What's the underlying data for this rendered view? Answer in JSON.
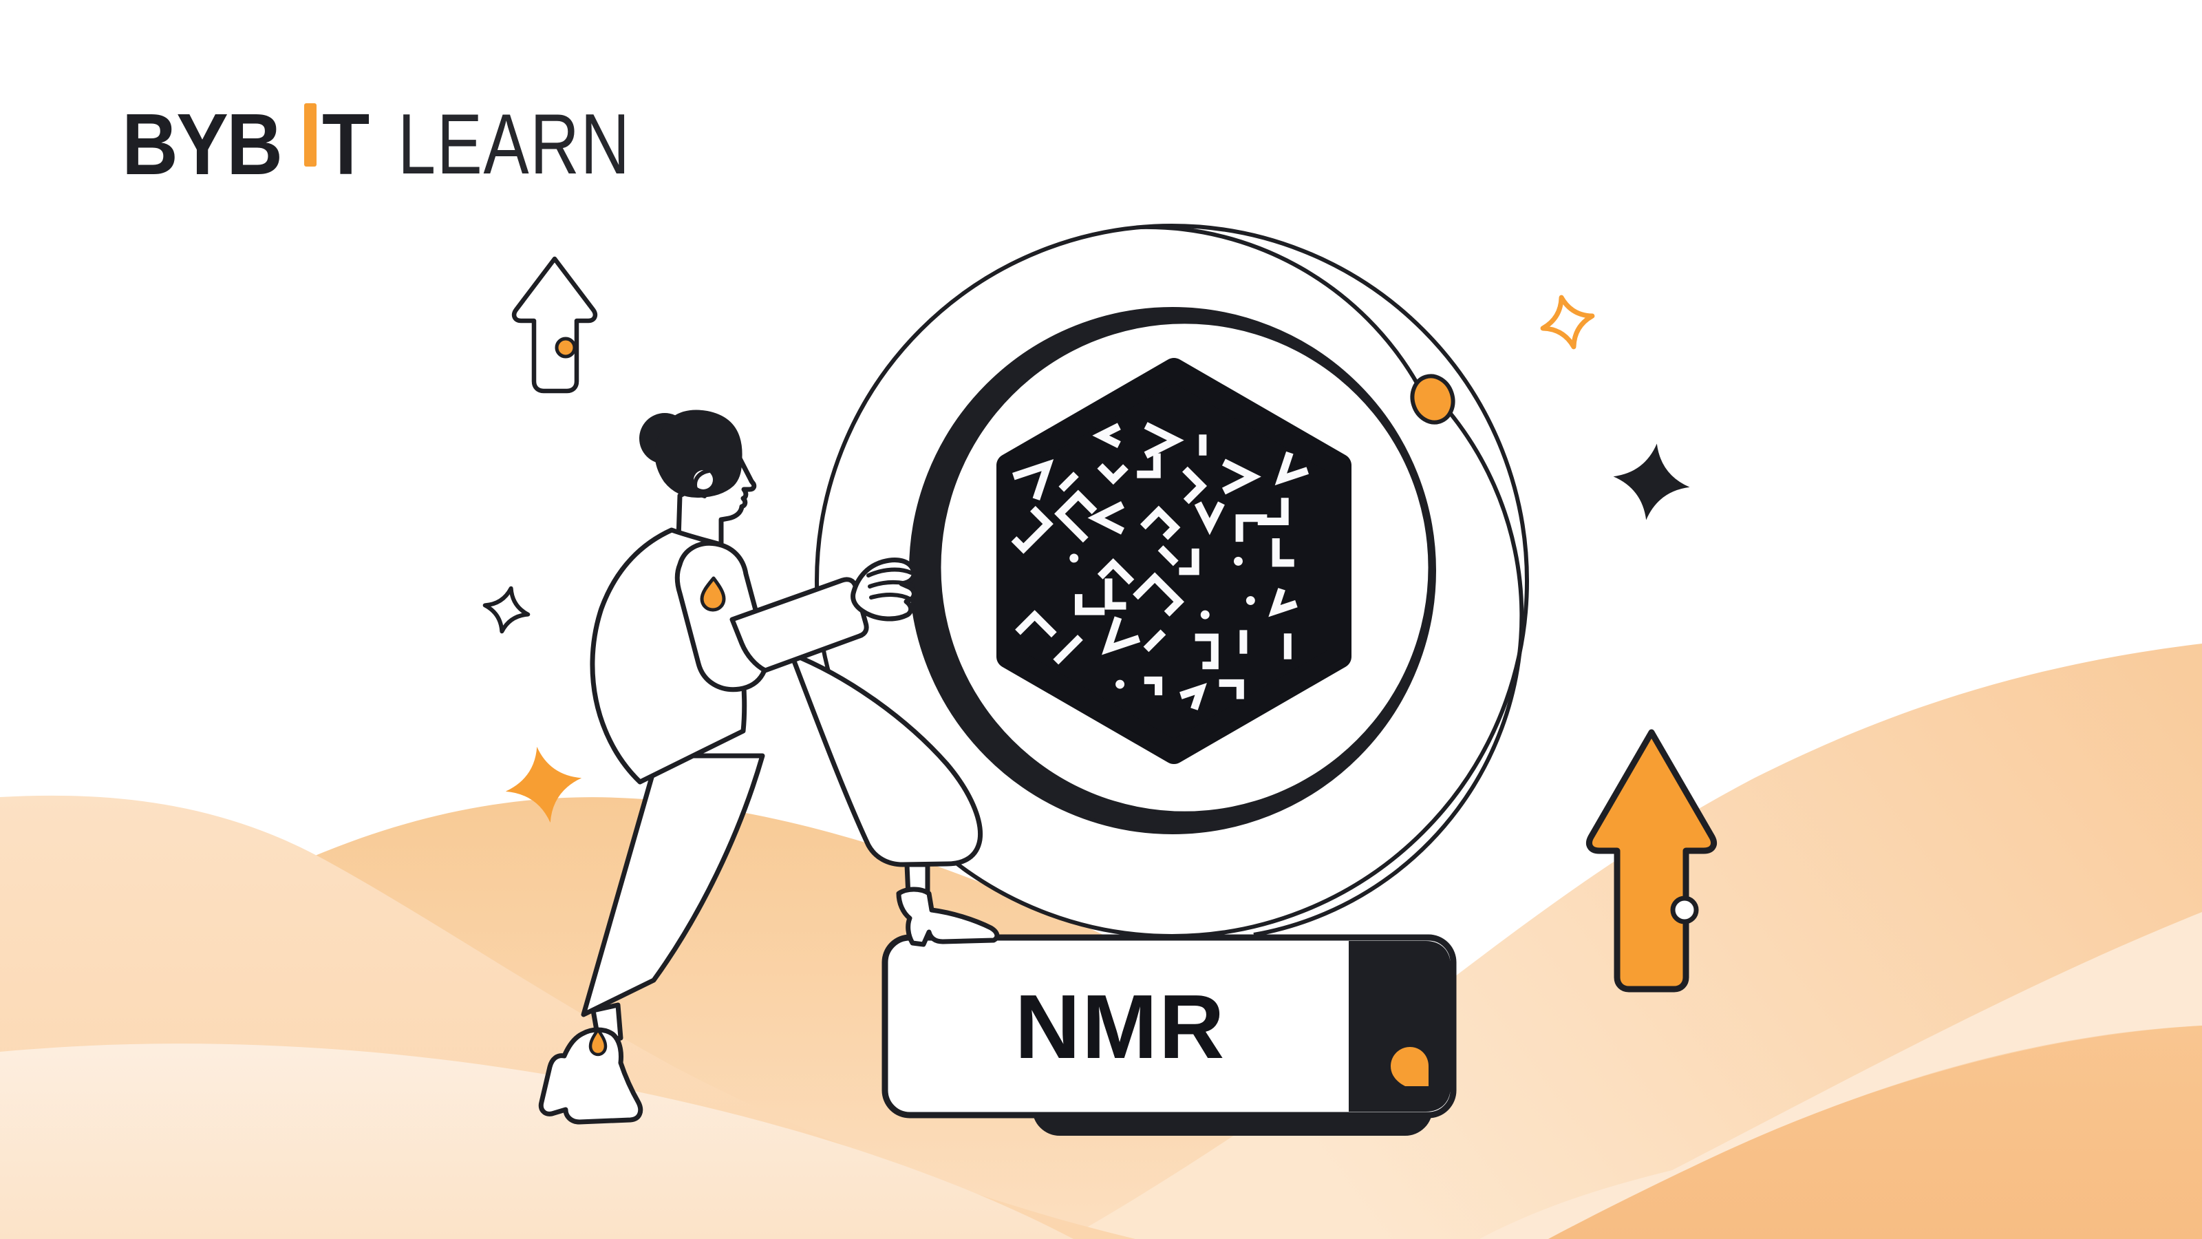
{
  "brand": {
    "logo_prefix": "BYB",
    "logo_t": "T",
    "logo_product": "LEARN"
  },
  "token": {
    "symbol": "NMR"
  },
  "colors": {
    "accent": "#F79E33",
    "dark": "#1E1F24",
    "hexagon": "#121318",
    "plate_black": "#1B1C21",
    "glyph_white": "#FAFAFC",
    "wave_hill_top": "#F8CA95",
    "wave_hill_bottom": "#FCDFC0",
    "wave_left_top": "#FCE1C4",
    "wave_left_bottom": "#FBD6AE",
    "wave_right_top": "#F9CC9D",
    "wave_right_bottom": "#FDE7CE",
    "wave_deep_top": "#F9C691",
    "wave_deep_bottom": "#F7BD83",
    "wave_light_band": "#FDE9D4",
    "wave_lightest": "#FDEEDF"
  },
  "illustration": {
    "description_parts": [
      "woman-pushing-coin",
      "numeraire-hexagon-coin",
      "nmr-base-plate",
      "up-arrow-outline",
      "up-arrow-orange",
      "sparkles",
      "orbit-ring-with-orange-dot"
    ]
  }
}
